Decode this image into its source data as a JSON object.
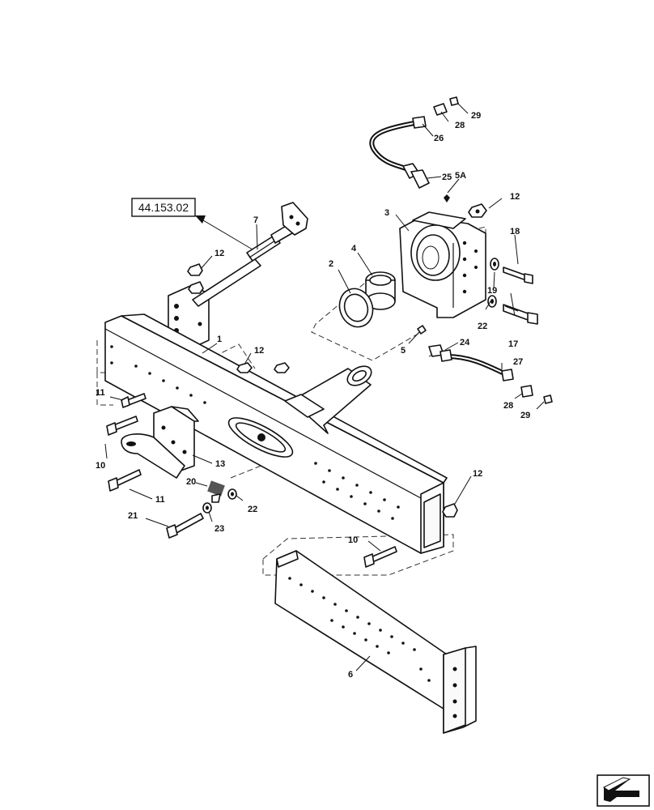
{
  "reference_box": "44.153.02",
  "nav_icon": "next-page-arrow-icon",
  "labels": {
    "p1": "1",
    "p2": "2",
    "p3": "3",
    "p4": "4",
    "p5": "5",
    "p5a": "5A",
    "p6": "6",
    "p7": "7",
    "p10a": "10",
    "p10b": "10",
    "p11a": "11",
    "p11b": "11",
    "p12a": "12",
    "p12b": "12",
    "p12c": "12",
    "p12d": "12",
    "p13": "13",
    "p17": "17",
    "p18": "18",
    "p19": "19",
    "p20": "20",
    "p21": "21",
    "p22a": "22",
    "p22b": "22",
    "p23": "23",
    "p24": "24",
    "p25": "25",
    "p26": "26",
    "p27": "27",
    "p28a": "28",
    "p28b": "28",
    "p29a": "29",
    "p29b": "29"
  }
}
